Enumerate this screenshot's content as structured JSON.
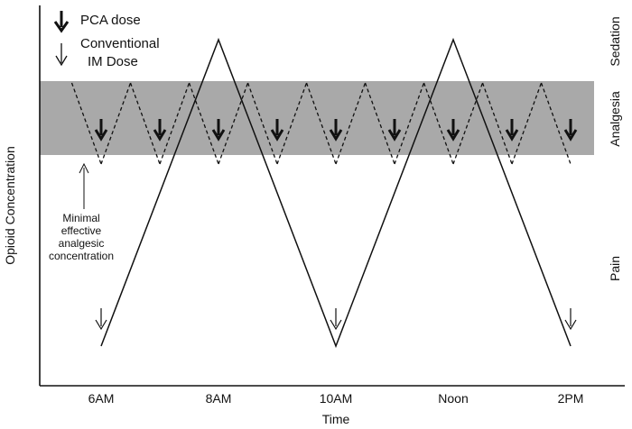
{
  "legend": {
    "pca_label": "PCA dose",
    "conventional_label_line1": "Conventional",
    "conventional_label_line2": "IM Dose"
  },
  "axes": {
    "ylabel": "Opioid Concentration",
    "xlabel": "Time",
    "x_ticks": [
      "6AM",
      "8AM",
      "10AM",
      "Noon",
      "2PM"
    ]
  },
  "zones": {
    "sedation": "Sedation",
    "analgesia": "Analgesia",
    "pain": "Pain"
  },
  "annotation": {
    "line1": "Minimal",
    "line2": "effective",
    "line3": "analgesic",
    "line4": "concentration"
  },
  "colors": {
    "band": "#a9a9a9",
    "line": "#111111"
  },
  "chart_data": {
    "type": "line",
    "x": [
      "6AM",
      "8AM",
      "10AM",
      "Noon",
      "2PM"
    ],
    "series": [
      {
        "name": "Conventional IM Dose",
        "style": "solid",
        "description_points": [
          {
            "time": "6AM",
            "level": "trough"
          },
          {
            "time": "8AM",
            "level": "peak"
          },
          {
            "time": "10AM",
            "level": "trough"
          },
          {
            "time": "Noon",
            "level": "peak"
          },
          {
            "time": "2PM",
            "level": "trough"
          }
        ],
        "dose_times": [
          "6AM",
          "10AM",
          "2PM"
        ]
      },
      {
        "name": "PCA dose",
        "style": "dashed",
        "doses_between_6AM_and_2PM": 9,
        "range": "within analgesia band"
      }
    ],
    "bands": [
      {
        "name": "Analgesia",
        "shaded": true
      }
    ],
    "y_ticks": false,
    "grid": false
  }
}
